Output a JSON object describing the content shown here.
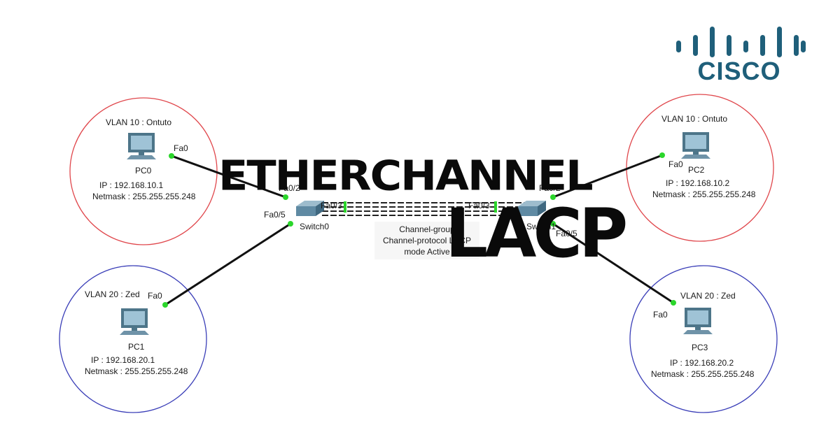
{
  "title": "ETHERCHANNEL",
  "subtitle": "LACP",
  "brand": {
    "logo_text": "CISCO",
    "color": "#1f5f7a"
  },
  "channel_info": {
    "line1": "Channel-group",
    "line2": "Channel-protocol LACP",
    "line3": "mode Active"
  },
  "switches": [
    {
      "name": "Switch0",
      "ports": [
        "Fa0/2",
        "Fa0/3",
        "Fa0/5"
      ]
    },
    {
      "name": "Switch1",
      "ports": [
        "Fa0/2",
        "Fa0/3",
        "Fa0/5"
      ]
    }
  ],
  "pcs": [
    {
      "name": "PC0",
      "vlan": "VLAN 10 : Ontuto",
      "port": "Fa0",
      "ip": "IP : 192.168.10.1",
      "netmask": "Netmask : 255.255.255.248",
      "ring_color": "#e0474c"
    },
    {
      "name": "PC1",
      "vlan": "VLAN 20 : Zed",
      "port": "Fa0",
      "ip": "IP : 192.168.20.1",
      "netmask": "Netmask : 255.255.255.248",
      "ring_color": "#3b3fb8"
    },
    {
      "name": "PC2",
      "vlan": "VLAN 10 : Ontuto",
      "port": "Fa0",
      "ip": "IP : 192.168.10.2",
      "netmask": "Netmask : 255.255.255.248",
      "ring_color": "#e0474c"
    },
    {
      "name": "PC3",
      "vlan": "VLAN 20 : Zed",
      "port": "Fa0",
      "ip": "IP : 192.168.20.2",
      "netmask": "Netmask : 255.255.255.248",
      "ring_color": "#3b3fb8"
    }
  ],
  "link_color": "#111111",
  "port_dot_color": "#2bd62b",
  "pc_icon_color": "#6f93a8",
  "switch_icon_color": "#5f8aa3"
}
